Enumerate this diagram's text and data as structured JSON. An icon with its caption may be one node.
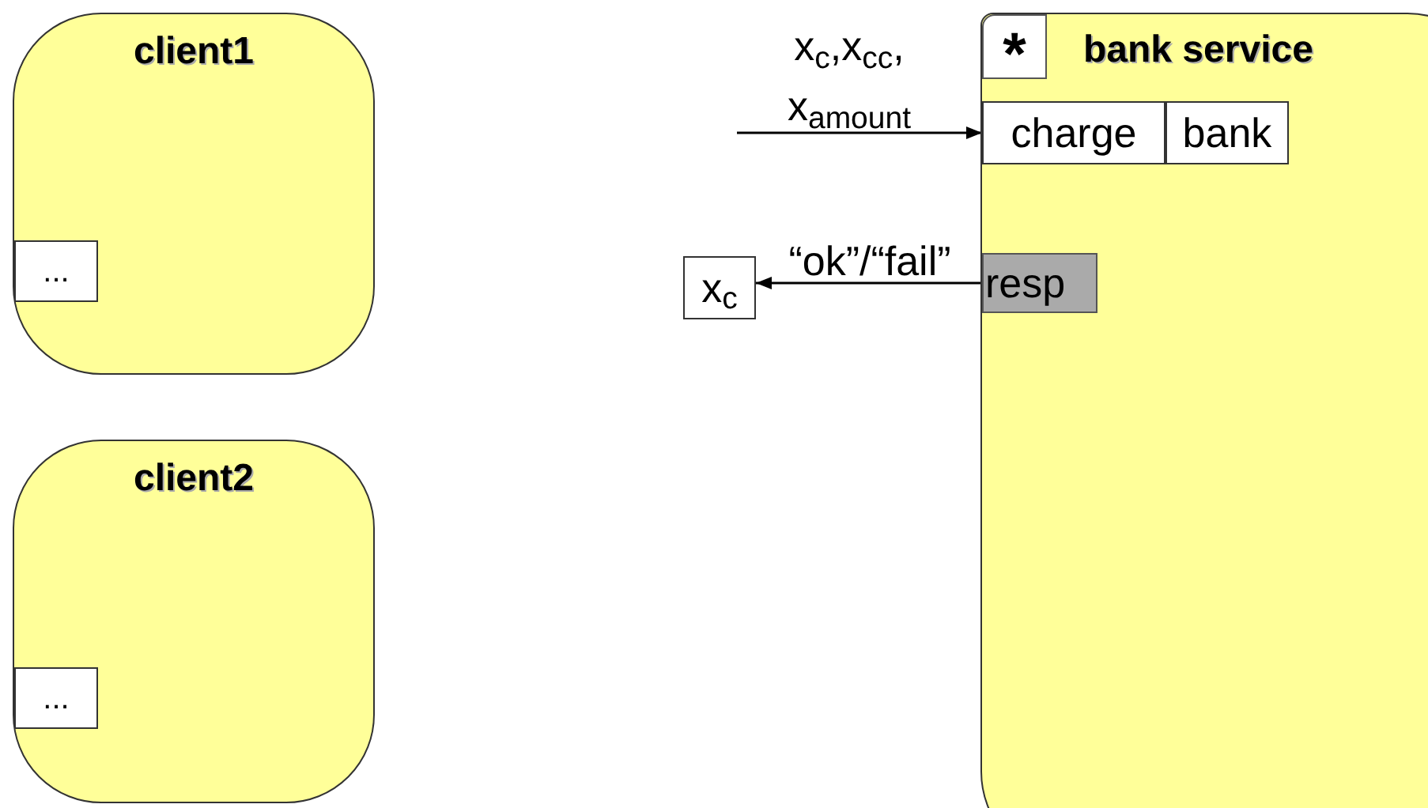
{
  "diagram": {
    "nodes": [
      {
        "text": [
          "client1"
        ]
      },
      {
        "text": [
          "..."
        ],
        "in": 0
      },
      {
        "text": [
          "client2"
        ]
      },
      {
        "text": [
          "..."
        ],
        "in": 2
      },
      {
        "text": [
          "bank service"
        ]
      },
      {
        "text": [
          "*"
        ],
        "in": 4
      },
      {
        "text": [
          "charge"
        ],
        "in": 4
      },
      {
        "text": [
          "bank"
        ],
        "in": 4
      },
      {
        "text": [
          "resp"
        ],
        "in": 4
      },
      {
        "text": [
          "x$_{c}$"
        ]
      }
    ],
    "edges": [
      {
        "from": null,
        "to": 6,
        "arrow": "to",
        "label": "x$_{c}$,x$_{cc}$, x$_{amount}$"
      },
      {
        "from": 8,
        "to": 9,
        "arrow": "to",
        "label": "“ok”/“fail”"
      }
    ]
  }
}
